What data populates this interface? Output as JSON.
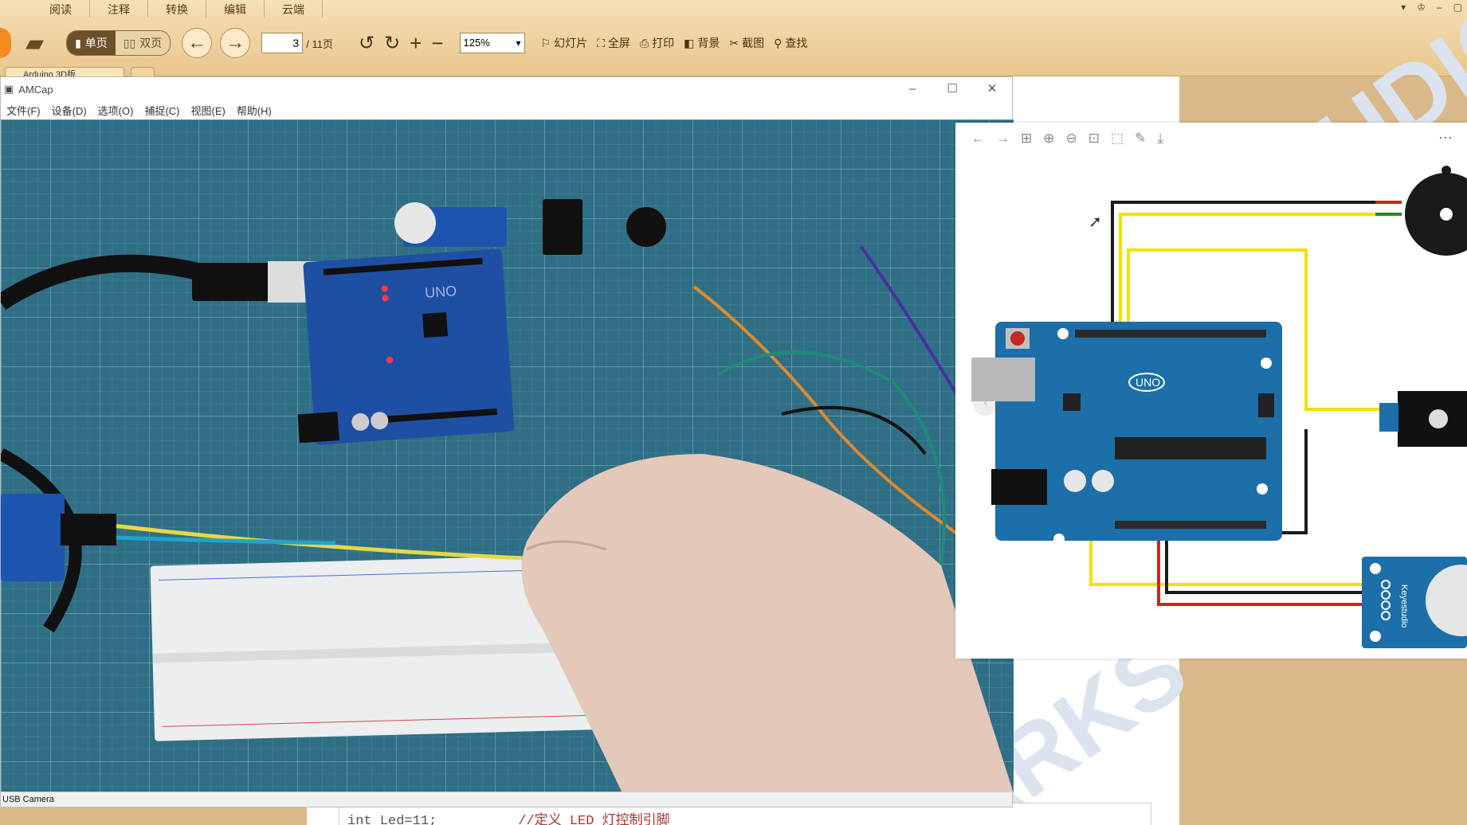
{
  "reader": {
    "menu_tabs": [
      "阅读",
      "注释",
      "转换",
      "编辑",
      "云端"
    ],
    "single_page": "单页",
    "double_page": "双页",
    "page_current": "3",
    "page_total": "/ 11页",
    "zoom": "125%",
    "slideshow": "幻灯片",
    "fullscreen": "全屏",
    "print": "打印",
    "background": "背景",
    "screenshot": "截图",
    "find": "查找",
    "doc_tab_title": "Arduino 3D版"
  },
  "doc": {
    "code_line": "int Led=11;",
    "code_comment": "//定义 LED 灯控制引脚",
    "watermark": "KEYESTUDIO"
  },
  "amcap": {
    "title": "AMCap",
    "menu": [
      "文件(F)",
      "设备(D)",
      "选项(O)",
      "捕捉(C)",
      "视图(E)",
      "帮助(H)"
    ],
    "status": "USB Camera"
  },
  "viewer": {
    "board_label": "UNO",
    "brand_label": "Keyestudio"
  },
  "colors": {
    "board_blue": "#1c6fa8",
    "wire_yellow": "#f2e100",
    "wire_red": "#d81f1f",
    "wire_black": "#1a1a1a",
    "mat_teal": "#2f6f86"
  }
}
